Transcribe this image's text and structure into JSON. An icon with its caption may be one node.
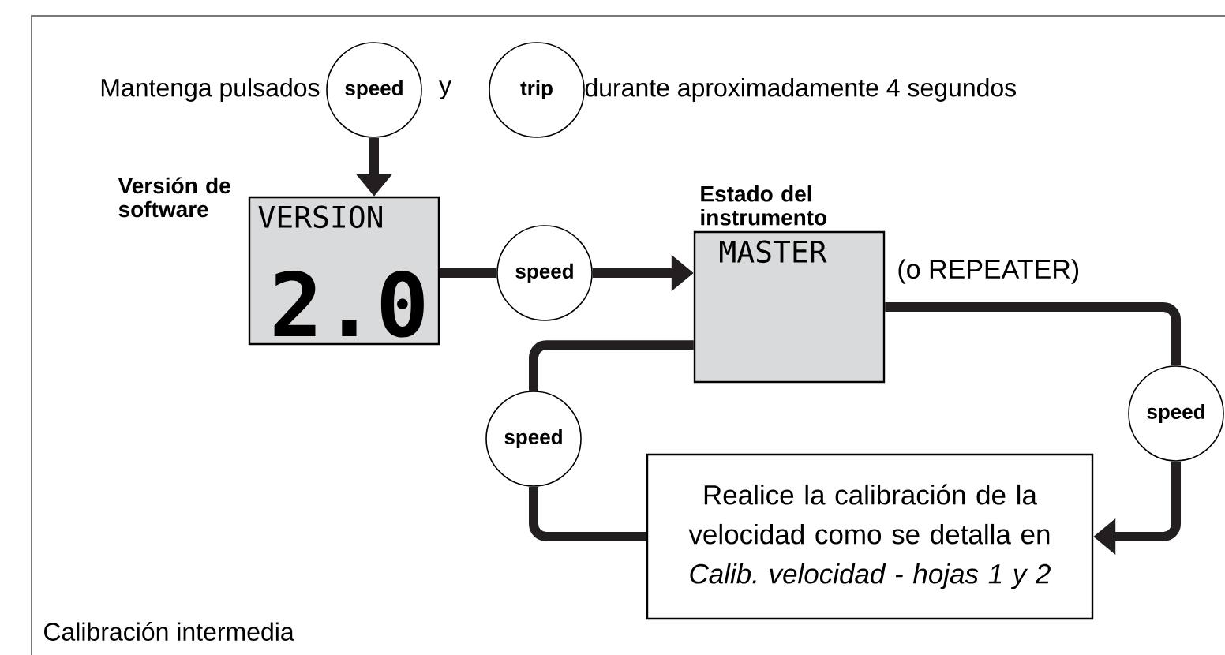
{
  "diagram": {
    "nodes": [
      {
        "text": [
          "speed"
        ]
      },
      {
        "text": [
          "trip"
        ]
      },
      {
        "text": [
          "Versión de software",
          "VERSION",
          "2.0"
        ]
      },
      {
        "text": [
          "speed"
        ]
      },
      {
        "text": [
          "Estado del instrumento",
          "MASTER"
        ],
        "beside": [
          "(o REPEATER)"
        ]
      },
      {
        "text": [
          "speed"
        ]
      },
      {
        "text": [
          "Realice la calibración de la velocidad como se detalla en *Calib. velocidad - hojas 1 y 2*"
        ]
      },
      {
        "text": [
          "speed"
        ]
      }
    ],
    "edges": [
      {
        "from": 0,
        "to": 2,
        "arrow": "to"
      },
      {
        "from": 2,
        "to": 3,
        "arrow": "none"
      },
      {
        "from": 3,
        "to": 4,
        "arrow": "to"
      },
      {
        "from": 4,
        "to": 5,
        "arrow": "none"
      },
      {
        "from": 5,
        "to": 6,
        "arrow": "to"
      },
      {
        "from": 6,
        "to": 7,
        "arrow": "none"
      },
      {
        "from": 7,
        "to": 4,
        "arrow": "none"
      }
    ],
    "labels": [
      "Mantenga pulsados",
      "y",
      "durante aproximadamente 4 segundos",
      "Calibración intermedia"
    ]
  }
}
